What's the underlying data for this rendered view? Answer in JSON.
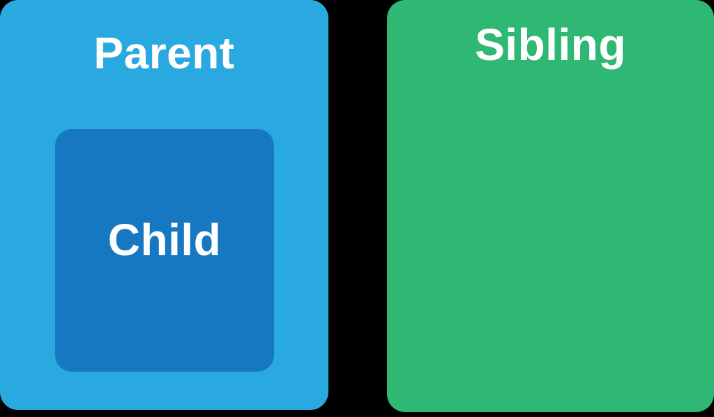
{
  "diagram": {
    "title": "Parent / Child / Sibling box diagram",
    "background_color": "#000000",
    "text_color": "#FFFFFF",
    "boxes": {
      "parent": {
        "label": "Parent",
        "bg": "#29A9E0"
      },
      "child": {
        "label": "Child",
        "bg": "#1778C2"
      },
      "sibling": {
        "label": "Sibling",
        "bg": "#2EB873"
      }
    }
  }
}
